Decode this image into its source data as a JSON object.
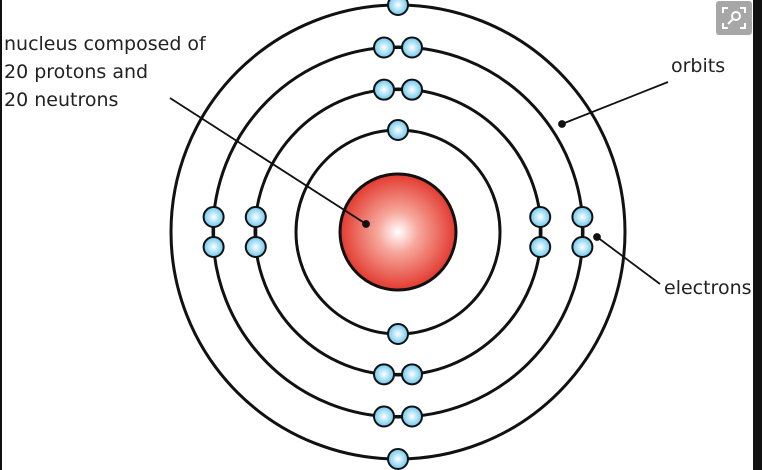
{
  "labels": {
    "nucleus_line1": "nucleus composed of",
    "nucleus_line2": "20 protons and",
    "nucleus_line3": "20 neutrons",
    "orbits": "orbits",
    "electrons": "electrons"
  },
  "atom": {
    "electron_shells": [
      2,
      8,
      8,
      2
    ],
    "nucleus_color": "#e8463b",
    "electron_color": "#7fd3f2"
  },
  "icons": {
    "expand": "zoom-expand-icon"
  }
}
